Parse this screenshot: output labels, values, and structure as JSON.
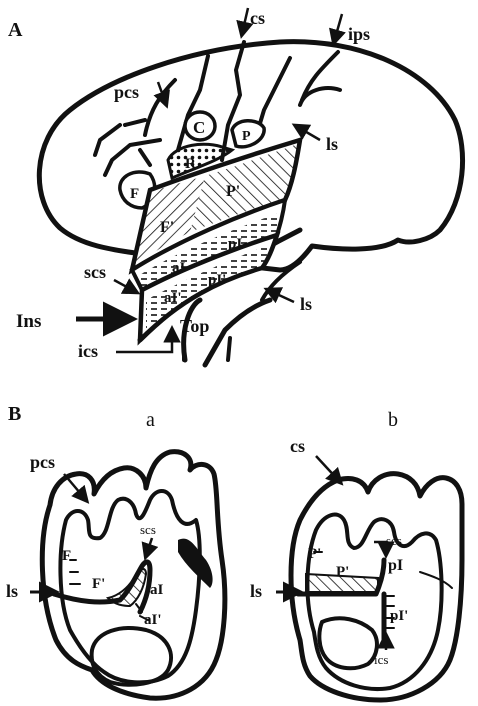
{
  "panel_a": {
    "letter": "A",
    "labels": {
      "cs": "cs",
      "ips": "ips",
      "pcs": "pcs",
      "ls_upper": "ls",
      "ls_lower": "ls",
      "C": "C",
      "P": "P",
      "R": "R",
      "F": "F",
      "P_prime": "P'",
      "F_prime": "F'",
      "pI": "pI",
      "aI": "aI",
      "pI_prime": "pI'",
      "aI_prime": "aI'",
      "scs": "scs",
      "ins": "Ins",
      "ics": "ics",
      "top": "Top"
    }
  },
  "panel_b": {
    "letter": "B",
    "section_a": {
      "sublabel": "a",
      "labels": {
        "pcs": "pcs",
        "scs": "scs",
        "F": "F",
        "F_prime": "F'",
        "aI": "aI",
        "aI_prime": "aI'",
        "ls": "ls"
      }
    },
    "section_b": {
      "sublabel": "b",
      "labels": {
        "cs": "cs",
        "scs": "scs",
        "P": "P'",
        "P_prime": "P'",
        "pI": "pI",
        "pI_prime": "pI'",
        "ics": "ics",
        "ls": "ls"
      }
    }
  },
  "colors": {
    "ink": "#111111",
    "background": "#ffffff"
  }
}
